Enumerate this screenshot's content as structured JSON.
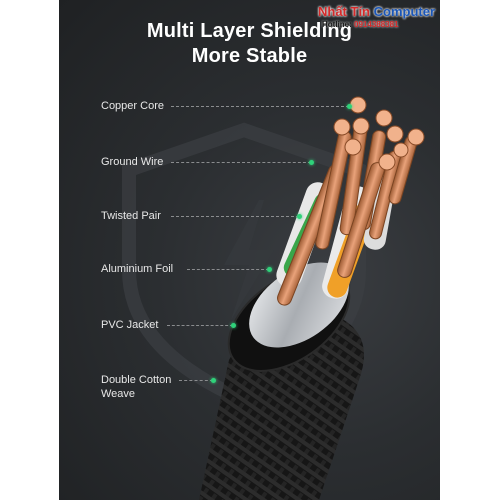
{
  "title": {
    "line1": "Multi Layer Shielding",
    "line2": "More Stable"
  },
  "layers": [
    {
      "label": "Copper Core"
    },
    {
      "label": "Ground Wire"
    },
    {
      "label": "Twisted Pair"
    },
    {
      "label": "Aluminium Foil"
    },
    {
      "label": "PVC Jacket"
    },
    {
      "label": "Double Cotton\nWeave"
    }
  ],
  "watermark": {
    "brand_part1": "Nhất Tín",
    "brand_part2": "Computer",
    "hotline_label": "Hotline:",
    "hotline_number": "0914388381"
  },
  "colors": {
    "background": "#2b2e31",
    "accent_dot": "#2fd27a",
    "copper": "#d98a5c",
    "foil": "#c9ccd0",
    "jacket": "#141414",
    "green_wire": "#3aa64a",
    "orange_wire": "#f0a028"
  }
}
